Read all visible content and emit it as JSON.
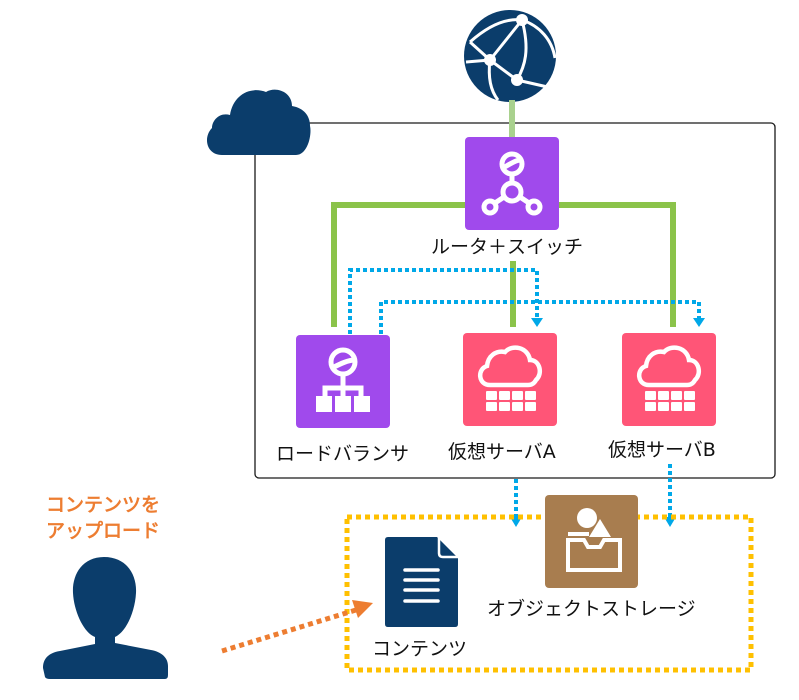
{
  "colors": {
    "navy": "#0b3d6b",
    "purple": "#a04aec",
    "pink": "#ff5577",
    "brown": "#a87d4f",
    "green": "#8bc34a",
    "green_light": "#a9d18e",
    "blue_dotted": "#00a8e8",
    "yellow_dotted": "#ffc000",
    "orange": "#ed7d31"
  },
  "nodes": {
    "internet": {
      "icon": "globe-network-icon"
    },
    "cloud": {
      "icon": "cloud-icon"
    },
    "router": {
      "label": "ルータ＋スイッチ",
      "icon": "router-switch-icon"
    },
    "load_balancer": {
      "label": "ロードバランサ",
      "icon": "load-balancer-icon"
    },
    "server_a": {
      "label": "仮想サーバA",
      "icon": "virtual-server-icon"
    },
    "server_b": {
      "label": "仮想サーバB",
      "icon": "virtual-server-icon"
    },
    "object_storage": {
      "label": "オブジェクトストレージ",
      "icon": "object-storage-icon"
    },
    "contents": {
      "label": "コンテンツ",
      "icon": "document-icon"
    },
    "user": {
      "icon": "user-icon"
    }
  },
  "annotation": {
    "upload_line1": "コンテンツを",
    "upload_line2": "アップロード"
  },
  "edges": [
    {
      "from": "internet",
      "to": "router",
      "style": "solid-green"
    },
    {
      "from": "router",
      "to": "load_balancer",
      "style": "solid-green"
    },
    {
      "from": "router",
      "to": "server_a",
      "style": "solid-green"
    },
    {
      "from": "router",
      "to": "server_b",
      "style": "solid-green"
    },
    {
      "from": "load_balancer",
      "to": "server_a",
      "style": "dotted-blue-arrow"
    },
    {
      "from": "load_balancer",
      "to": "server_b",
      "style": "dotted-blue-arrow"
    },
    {
      "from": "server_a",
      "to": "object_storage",
      "style": "dotted-blue-arrow"
    },
    {
      "from": "server_b",
      "to": "object_storage",
      "style": "dotted-blue-arrow"
    },
    {
      "from": "user",
      "to": "contents",
      "style": "dotted-orange-arrow"
    }
  ]
}
